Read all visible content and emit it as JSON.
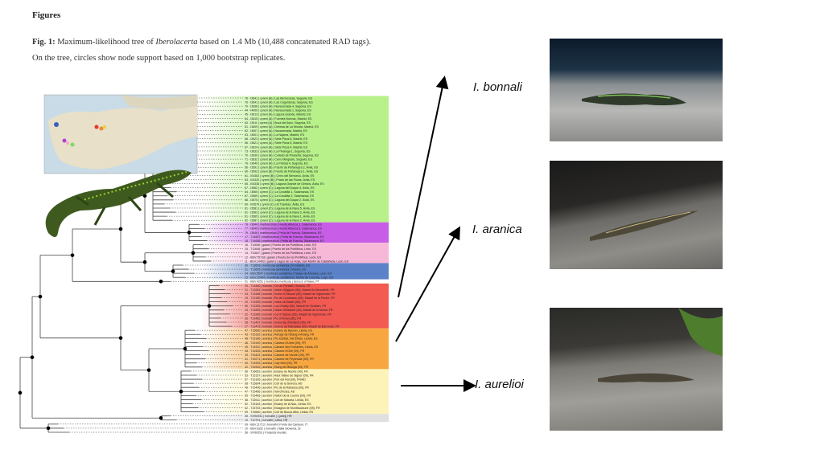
{
  "heading": "Figures",
  "caption": {
    "fig_label": "Fig. 1:",
    "line1_a": " Maximum-likelihood tree of ",
    "genus": "Iberolacerta",
    "line1_b": " based on 1.4 Mb (10,488 concatenated RAD tags).",
    "line2": "On the tree, circles show node support based on 1,000 bootstrap replicates."
  },
  "species_labels": {
    "bonnali": "I. bonnali",
    "aranica": "I. aranica",
    "aurelioi": "I. aurelioi"
  },
  "clades": [
    {
      "name": "cyreni",
      "color": "#b8f08a",
      "tips": [
        "76 - I3641 | cyreni (A) | Las Berrocosas, Segovia, ES",
        "76 - I3641 | cyreni (A) | Las Cogorderas, Segovia, ES",
        "70 - I3638 | cyreni (A) | Navacerrada 4, Segovia, ES",
        "44 - I4009 | cyreni (A) | Navacerrada 1, Segovia, ES",
        "45 - I3613 | cyreni (A) | Laguna Grande, Madrid, ES",
        "64 - I3615 | cyreni (A) | Fuentes Nuevas, Madrid, ES",
        "63 - I3611 | cyreni (A) | Boca del Asno, Segovia, ES",
        "51 - I3609 | cyreni (A) | Dehesa de La Hiruela, Madrid, ES",
        "62 - I3607 | cyreni (A) | Navacerrada, Madrid, ES",
        "63 - I3601 | cyreni (A) | La Najarra, Madrid, ES",
        "68 - I3623 | cyreni (A) | Siete Picos 6, Madrid, ES",
        "56 - I3621 | cyreni (A) | Siete Picos 5, Madrid, ES",
        "67 - I3624 | cyreni (A) | Siete Picos 4, Madrid, ES",
        "73 - I3633 | cyreni (A) | La Pinarega 1, Segovia, ES",
        "70 - I3630 | cyreni (A) | Collado de Pinareña, Segovia, ES",
        "71 - I3632 | cyreni (A) | Cerro Minguete, Segovia, ES",
        "76 - I3649 | cyreni (A) | La Peñota 4, Segovia, ES",
        "56 - I3591 | cyreni (B) | Puerto de Peñanegra 2, Ávila, ES",
        "60 - I3593 | cyreni (B) | Puerto de Peñanegra 1, Ávila, ES",
        "61 - I04352 | cyreni (B) | Cerro del Berrueco, Ávila, ES",
        "63 - I04320 | cyreni (B) | Prado de las Pozas, Ávila, ES",
        "65 - I04336 | cyreni (B) | Laguna Grande de Gredos, Ávila, ES",
        "67 - I3562 | cyreni (C) | Laguna del Duque 4, Ávila, ES",
        "64 - I3565 | cyreni (C) | La Covatilla 1, Salamanca, ES",
        "67 - I3569 | cyreni (C) | La Covatilla 2, Salamanca, ES",
        "68 - I3575 | cyreni (C) | Laguna del Duque 2, Ávila, ES",
        "60 - I03579 | cyreni (C) | El Travieso, Ávila, ES",
        "61 - I3581 | cyreni (C) | Laguna de la Nava 5, Ávila, ES",
        "61 - I3583 | cyreni (C) | Laguna de la Nava 3, Ávila, ES",
        "61 - I3585 | cyreni (C) | Laguna de la Nava 1, Ávila, ES",
        "62 - I3587 | cyreni (C) | Laguna de la Nava 2, Ávila, ES"
      ]
    },
    {
      "name": "martinezricai",
      "color": "#c85ee8",
      "tips": [
        "78 - I3644 | martinezricai | Huerta Alberca 1, Salamanca, ES",
        "77 - I3645 | martinezricai | Huerta Alberca 3, Salamanca, ES",
        "79 - I3646 | martinezricai | Peña de Francia, Salamanca, ES",
        "17 - T14657 | martinezricai | Peña de Francia, Salamanca, ES",
        "18 - T14658 | martinezricai | Peña de Francia, Salamanca, ES"
      ]
    },
    {
      "name": "galani",
      "color": "#f7b8d8",
      "tips": [
        "16 - T11646 | galani | Puerto de los Portillinos, León, ES",
        "15 - T11648 | galani | Puerto de los Portillinos, León, ES",
        "14 - T11647 | galani | Puerto de los Portillinos, León, ES",
        "12 - BEV.T5718 | galani | Puerto de los Portillinos, León, ES",
        "11 - BEV.14403 | galani | Lagos de La Hoya, San Martín de Castañeda, León, ES"
      ]
    },
    {
      "name": "monticola-cantabrica",
      "color": "#5b82c8",
      "tips": [
        "30 - T13603 | monticola cantabrica | N Cedeira, ES",
        "31 - T13605 | monticola cantabrica | Viveiro, ES",
        "34 - BEV.5547 | monticola cantabrica | Tarayo de Ancares, León, ES",
        "33 - BEV.12494 | monticola cantabrica | Monte de Lucense, Lugo, ES"
      ]
    },
    {
      "name": "monticola-monticola",
      "color": "#ffffff",
      "tips": [
        "01 - BEV.4251 | monticola monticola | Serra E of Nave, PT"
      ]
    },
    {
      "name": "bonnali",
      "color": "#f25a52",
      "tips": [
        "29 - T13450 | bonnali | Col de Portalet, Huesca, FR",
        "21 - T13281 | bonnali | Vallon d'Aygues (65), Massif du Néouvielle, FR",
        "24 - T13448 | bonnali | Soulor d'Ossoue (65), Massif du Vignemale, FR",
        "19 - T13180 | bonnali | Pic de Loudossou (65), Massif de la Pache, FR",
        "20 - T13495 | bonnali | Vallon du Badet (65), FR",
        "50 - T13325 | bonnali | Lac d'Isaby (65), Massif de l'Ardiden, FR",
        "23 - T13283 | bonnali | Vallon d'Estaubé (65), Massif de la Munia, FR",
        "22 - T13285 | bonnali | Col d'Ossoue (65), Massif du Vignemale, FR",
        "26 - T13482 | bonnali | Pic d'Arrouy (65), FR",
        "28 - T13497 | bonnali | Grand lac d'Antabet (65), FR",
        "27 - T13473 | bonnali | Source de Marcadau (65), Massif de Barroude, FR"
      ]
    },
    {
      "name": "aranica",
      "color": "#f7a640",
      "tips": [
        "47 - T15680 | aranica | Estany de Baciver, Lleida, ES",
        "43 - T15192 | aranica | Refuge de l'Étang d'Araing, FR",
        "48 - T15186 | aranica | Pic Estibat, Val d'Aran, Lleida, ES",
        "46 - T15190 | aranica | Cabane d'Urets (09), FR",
        "49 - T15311 | aranica | Cabane des Fontaines, Lleida, ES",
        "45 - T15426 | aranica | Cabane d'Orle (09), FR",
        "39 - T15422 | aranica | Cabane de l'Arech (09), FR",
        "41 - T15271 | aranica | Cabane de Peyrelade (09), FR",
        "40 - T15303 | aranica | Cap Nert (09), FR",
        "42 - T15310 | aranica | Etang de Milouga (09), FR"
      ]
    },
    {
      "name": "aurelioi",
      "color": "#fdf2b8",
      "tips": [
        "56 - T16663 | aurelioi | Estany de Naorte (09), FR",
        "53 - T15157 | aurelioi | Haut Vallée de Siguer (09), FR",
        "57 - T15165 | aurelioi | Port del Rat (09), FR/AD",
        "58 - T15894 | aurelioi | Coll de la Serrera, AD",
        "48 - T15496 | aurelioi | Pic de la Rabassa (09), FR",
        "47 - T15486 | aurelioi | Vall d'Incles, AD",
        "55 - T15485 | aurelioi | Vallon de la Coume (09), FR",
        "58 - T15511 | aurelioi | Coll de Sabarta, Lleida, ES",
        "52 - T15163 | aurelioi | Estany de la Nau, Lleida, ES",
        "52 - T15753 | aurelioi | Estagnol de Montfaucoune (09), FR",
        "59 - T15660 | aurelioi | Coll de Bocca Alba, Lleida, ES"
      ]
    },
    {
      "name": "horvathi",
      "color": "#e0e0e0",
      "tips": [
        "35 - SVS0941 | horvathi | Ljubelj, HR",
        "10 - T10791 | horvathi | Učka, HR"
      ]
    },
    {
      "name": "outgroup",
      "color": "#ffffff",
      "tips": [
        "09 - BEV.11713 | horvathi | Ponte del Campon, IT",
        "10 - BEV.9332 | horvathi | Italia Slovenia, SI",
        "36 - SVS0291 | Podarcis muralis"
      ]
    }
  ]
}
